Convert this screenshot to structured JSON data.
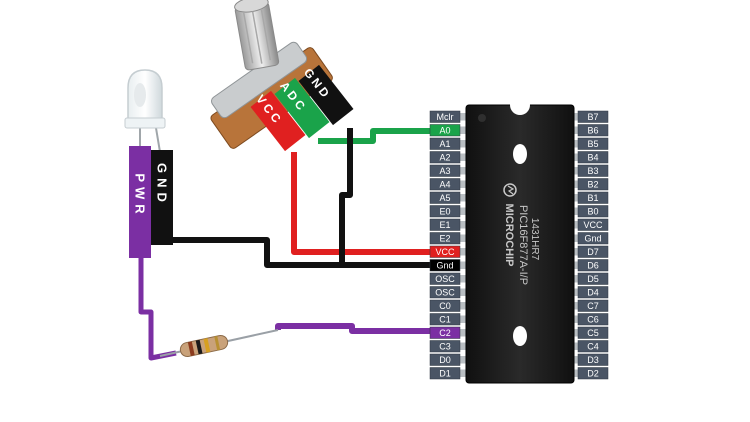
{
  "chip": {
    "model": "PIC16F877A-I/P",
    "lot_code": "1431HR7",
    "brand": "MICROCHIP",
    "left_pins": [
      "Mclr",
      "A0",
      "A1",
      "A2",
      "A3",
      "A4",
      "A5",
      "E0",
      "E1",
      "E2",
      "VCC",
      "Gnd",
      "OSC",
      "OSC",
      "C0",
      "C1",
      "C2",
      "C3",
      "D0",
      "D1"
    ],
    "right_pins": [
      "B7",
      "B6",
      "B5",
      "B4",
      "B3",
      "B2",
      "B1",
      "B0",
      "VCC",
      "Gnd",
      "D7",
      "D6",
      "D5",
      "D4",
      "C7",
      "C6",
      "C5",
      "C4",
      "D3",
      "D2"
    ],
    "highlighted_pins": {
      "A0": "#1aa34a",
      "VCC": "#e02020",
      "Gnd": "#000000",
      "C2": "#7b2fa3"
    }
  },
  "led": {
    "pwr_label": "PWR",
    "gnd_label": "GND"
  },
  "potentiometer": {
    "vcc_label": "VCC",
    "adc_label": "ADC",
    "gnd_label": "GND"
  },
  "colors": {
    "signal_wire": "#1aa34a",
    "power_wire": "#e02020",
    "ground_wire": "#111111",
    "led_wire": "#7b2fa3",
    "pin_label_bg": "#4a5565",
    "chip_body": "#1b1b1b"
  }
}
